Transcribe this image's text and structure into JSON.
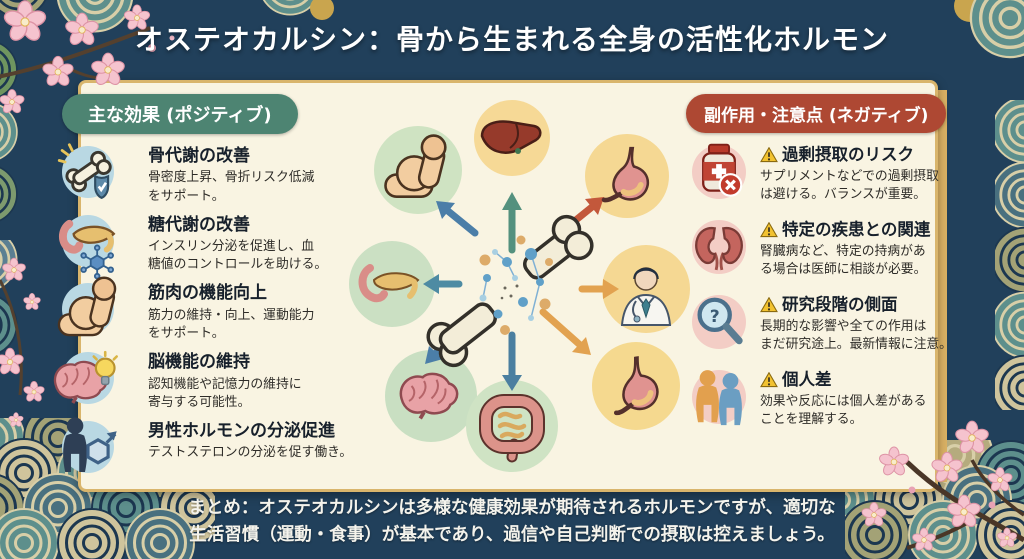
{
  "title": "オステオカルシン：骨から生まれる全身の活性化ホルモン",
  "positive": {
    "header": "主な効果 (ポジティブ)",
    "items": [
      {
        "icon": "bone-shield-icon",
        "title": "骨代謝の改善",
        "desc": "骨密度上昇、骨折リスク低減\nをサポート。"
      },
      {
        "icon": "pancreas-molecule-icon",
        "title": "糖代謝の改善",
        "desc": "インスリン分泌を促進し、血\n糖値のコントロールを助ける。"
      },
      {
        "icon": "bicep-icon",
        "title": "筋肉の機能向上",
        "desc": "筋力の維持・向上、運動能力\nをサポート。"
      },
      {
        "icon": "brain-idea-icon",
        "title": "脳機能の維持",
        "desc": "認知機能や記憶力の維持に\n寄与する可能性。"
      },
      {
        "icon": "male-hormone-icon",
        "title": "男性ホルモンの分泌促進",
        "desc": "テストステロンの分泌を促す働き。"
      }
    ]
  },
  "negative": {
    "header": "副作用・注意点 (ネガティブ)",
    "items": [
      {
        "icon": "supplement-bottle-icon",
        "warning": "warning-triangle-icon",
        "title": "過剰摂取のリスク",
        "desc": "サプリメントなどでの過剰摂取\nは避ける。バランスが重要。"
      },
      {
        "icon": "kidneys-icon",
        "warning": "warning-triangle-icon",
        "title": "特定の疾患との関連",
        "desc": "腎臓病など、特定の持病があ\nる場合は医師に相談が必要。"
      },
      {
        "icon": "magnifier-question-icon",
        "warning": "warning-triangle-icon",
        "title": "研究段階の側面",
        "desc": "長期的な影響や全ての作用は\nまだ研究途上。最新情報に注意。"
      },
      {
        "icon": "two-people-icon",
        "warning": "warning-triangle-icon",
        "title": "個人差",
        "desc": "効果や反応には個人差がある\nことを理解する。"
      }
    ]
  },
  "diagram": {
    "center": "broken-bone-with-hormone-particles-icon",
    "targets": [
      "muscle-arm-icon",
      "liver-icon",
      "stomach-icon",
      "pancreas-icon",
      "doctor-icon",
      "brain-icon",
      "intestine-icon",
      "stomach-icon"
    ]
  },
  "summary": "まとめ：オステオカルシンは多様な健康効果が期待されるホルモンですが、適切な\n生活習慣（運動・食事）が基本であり、過信や自己判断での摂取は控えましょう。",
  "colors": {
    "background_navy": "#21405b",
    "panel_cream": "#f9f4e2",
    "positive_header_green": "#4d8472",
    "negative_header_red": "#ae4833",
    "gold_trim": "#dcb264",
    "positive_icon_circle": "#b9d8e3",
    "negative_icon_circle": "#f3cdc5",
    "green_organ_circle": "#cfe3c2",
    "yellow_organ_circle": "#f5d893",
    "arrow_blue": "#4b7ea8",
    "arrow_teal": "#54917e",
    "arrow_red": "#c3583b",
    "arrow_orange": "#e2a250",
    "sakura_pink": "#f5c3ce"
  }
}
